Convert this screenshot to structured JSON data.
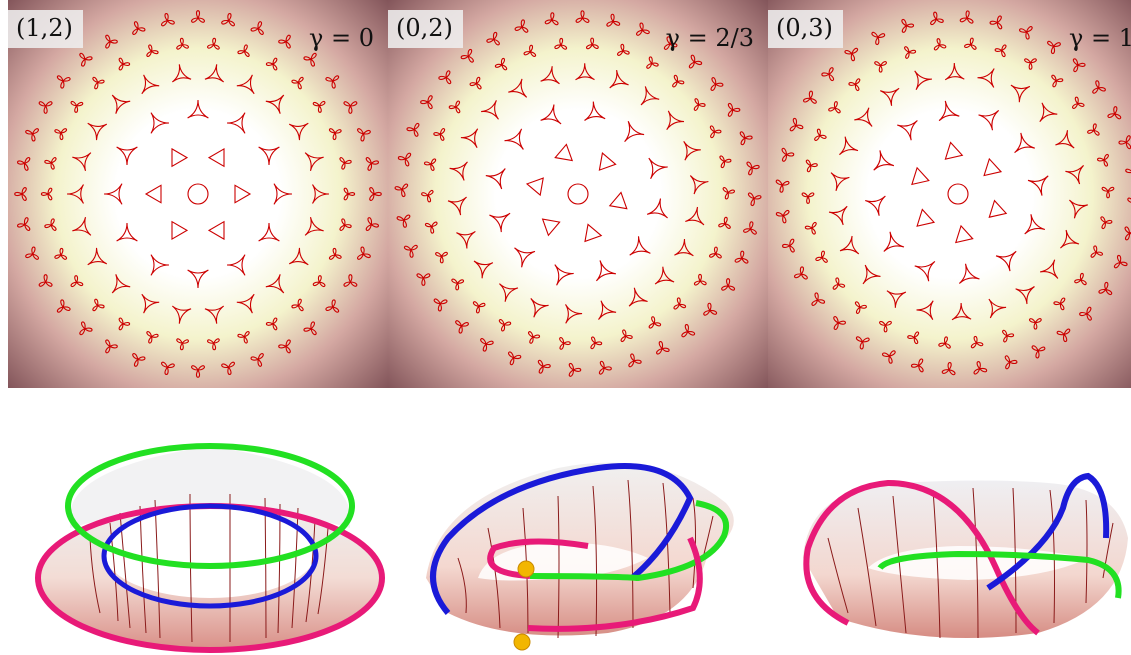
{
  "panels": [
    {
      "label": "(1,2)",
      "gamma": "γ = 0"
    },
    {
      "label": "(0,2)",
      "gamma": "γ = 2/3"
    },
    {
      "label": "(0,3)",
      "gamma": "γ = 1"
    }
  ],
  "colors": {
    "glyph": "#cc0000",
    "bg_center": "#ffffff",
    "bg_mid": "#f4f3cc",
    "bg_edge": "#8a5a5e",
    "band_pink": "#e81a78",
    "band_blue": "#1a1ad8",
    "band_green": "#22e022",
    "marker": "#f2b600"
  }
}
